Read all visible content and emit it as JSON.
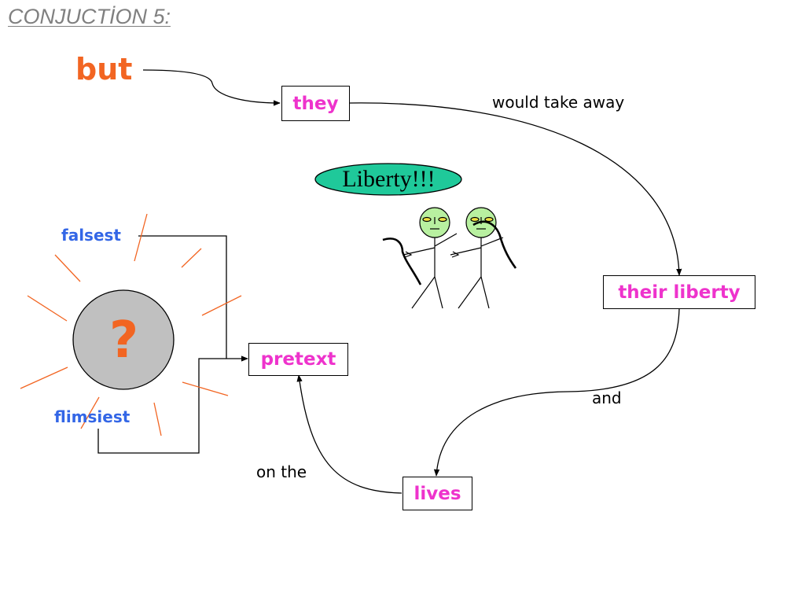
{
  "title": "CONJUCTİON 5:",
  "conjunction": "but",
  "boxes": {
    "they": "they",
    "their_liberty": "their liberty",
    "pretext": "pretext",
    "lives": "lives"
  },
  "connectors": {
    "would_take_away": "would take away",
    "and": "and",
    "on_the": "on the"
  },
  "adjectives": {
    "falsest": "falsest",
    "flimsiest": "flimsiest"
  },
  "speech_bubble": "Liberty!!!",
  "mystery_symbol": "?",
  "colors": {
    "conjunction": "#f26522",
    "box_text": "#ee33cc",
    "adjective": "#3366e6",
    "title": "#808080",
    "bubble_fill": "#1fc99a",
    "circle_fill": "#c0c0c0",
    "ray": "#f26522",
    "face_fill": "#b8f0a0",
    "eye_fill": "#f0e040"
  }
}
